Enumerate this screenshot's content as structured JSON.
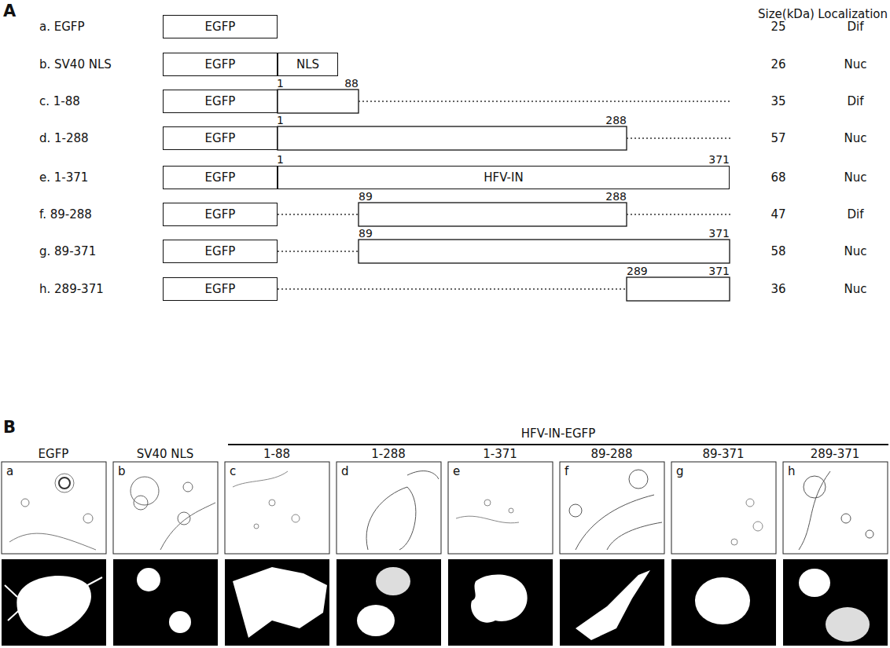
{
  "diagram": {
    "nodes": [
      {
        "text": [
          "EGFP"
        ]
      },
      {
        "text": [
          "EGFP"
        ]
      },
      {
        "text": [
          "NLS"
        ]
      },
      {
        "text": [
          "EGFP"
        ]
      },
      {
        "text": [
          "EGFP"
        ]
      },
      {
        "text": [
          "EGFP"
        ]
      },
      {
        "text": [
          "HFV-IN"
        ]
      },
      {
        "text": [
          "EGFP"
        ]
      },
      {
        "text": [
          "EGFP"
        ]
      },
      {
        "text": [
          "EGFP"
        ]
      }
    ],
    "labels": [
      "A",
      "Size(kDa)",
      "Localization",
      "a. EGFP",
      "b. SV40 NLS",
      "c. 1-88",
      "d. 1-288",
      "e. 1-371",
      "f. 89-288",
      "g. 89-371",
      "h. 289-371",
      "25",
      "26",
      "35",
      "57",
      "68",
      "47",
      "58",
      "36",
      "Dif",
      "Nuc",
      "Dif",
      "Nuc",
      "Nuc",
      "Dif",
      "Nuc",
      "Nuc",
      "1",
      "88",
      "1",
      "288",
      "1",
      "371",
      "89",
      "288",
      "89",
      "371",
      "289",
      "371",
      "B",
      "HFV-IN-EGFP",
      "EGFP",
      "SV40 NLS",
      "1-88",
      "1-288",
      "1-371",
      "89-288",
      "89-371",
      "289-371",
      "a",
      "b",
      "c",
      "d",
      "e",
      "f",
      "g",
      "h"
    ]
  }
}
